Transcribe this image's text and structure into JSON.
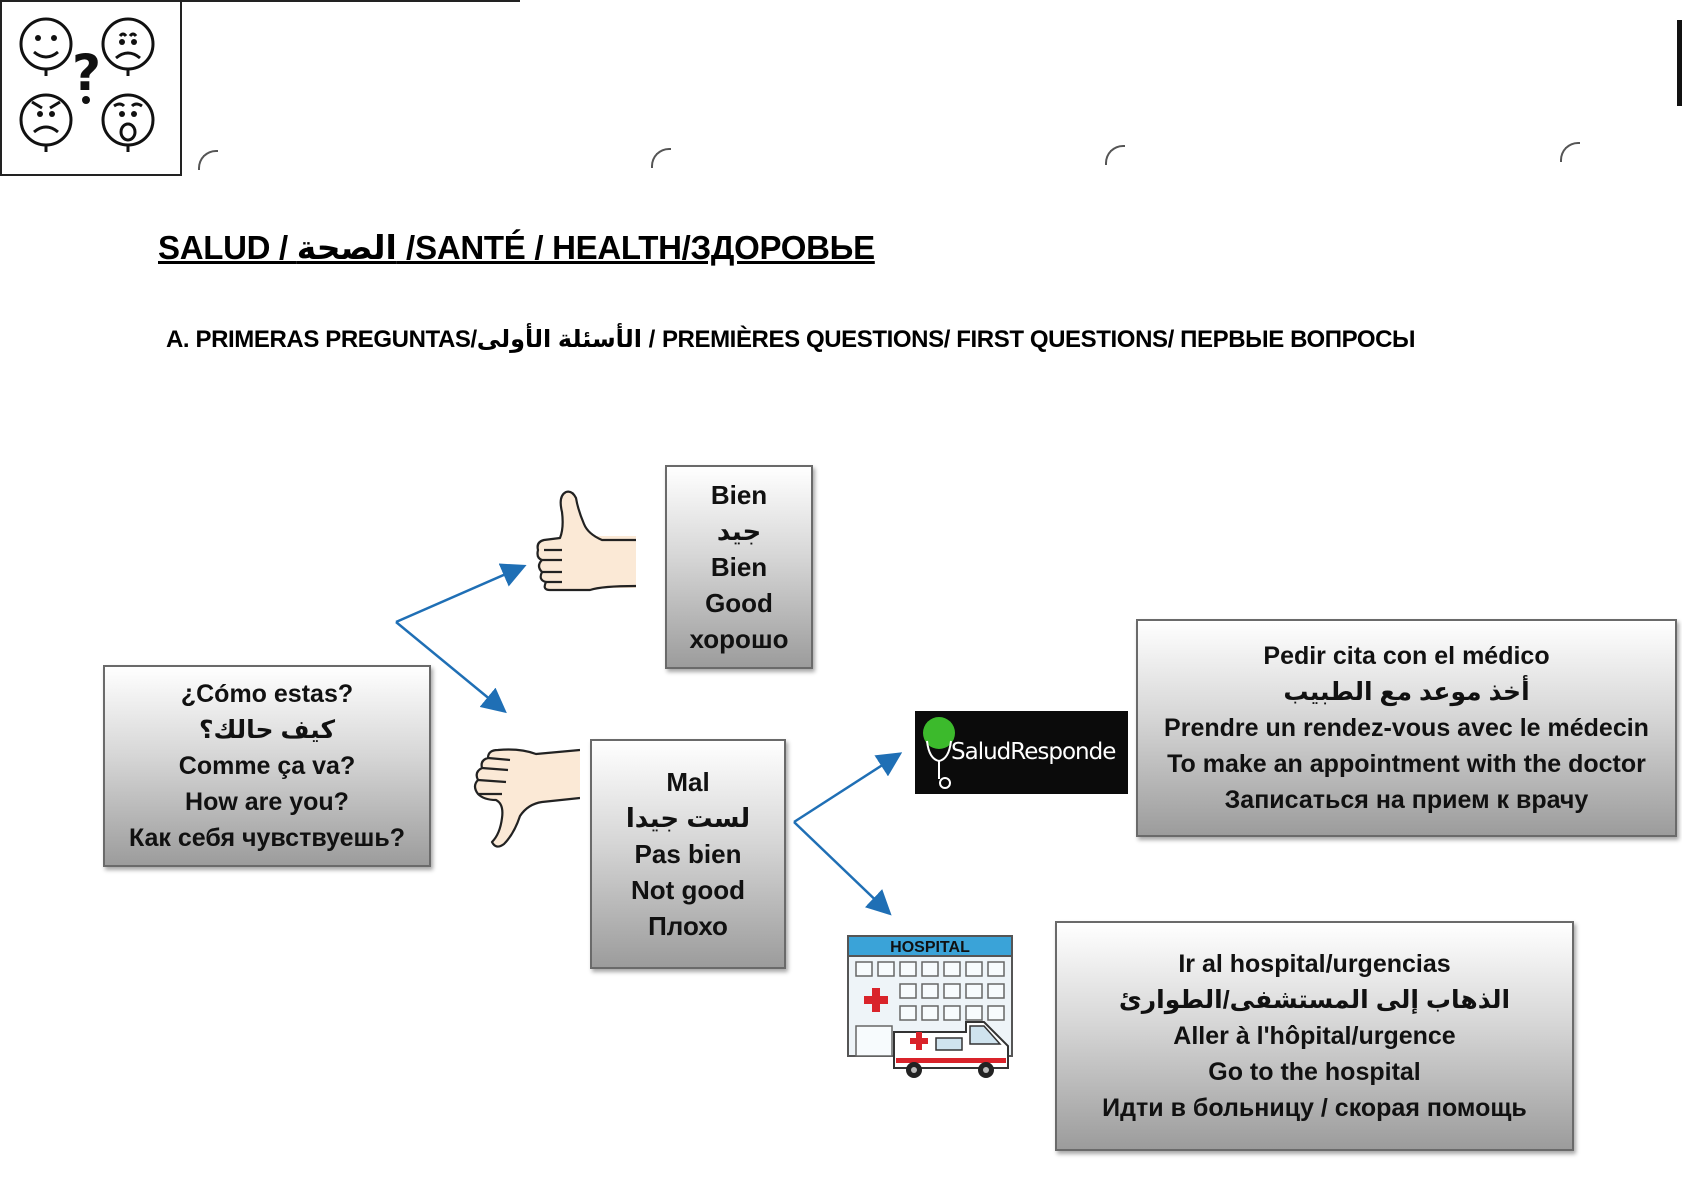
{
  "header": {
    "title": "SALUD / الصحة /SANTÉ / HEALTH/ЗДОРОВЬЕ",
    "section": "A.  PRIMERAS PREGUNTAS/الأسئلة الأولى / PREMIÈRES QUESTIONS/ FIRST QUESTIONS/ ПЕРВЫЕ ВОПРОСЫ"
  },
  "question": {
    "es": "¿Cómo estas?",
    "ar": "كيف حالك؟",
    "fr": "Comme ça va?",
    "en": "How are you?",
    "ru": "Как себя чувствуешь?"
  },
  "good": {
    "es": "Bien",
    "ar": "جيد",
    "fr": "Bien",
    "en": "Good",
    "ru": "хорошо"
  },
  "bad": {
    "es": "Mal",
    "ar": "لست جيدا",
    "fr": "Pas bien",
    "en": "Not good",
    "ru": "Плохо"
  },
  "appointment": {
    "es": "Pedir cita con el médico",
    "ar": "أخذ موعد مع الطبيب",
    "fr": "Prendre un rendez-vous avec le médecin",
    "en": "To make an appointment with the doctor",
    "ru": "Записаться на прием к врачу"
  },
  "hospital": {
    "es": "Ir al hospital/urgencias",
    "ar": "الذهاب إلى المستشفى/الطوارئ",
    "fr": "Aller à l'hôpital/urgence",
    "en": "Go to the hospital",
    "ru": "Идти в больницу / скорая помощь"
  },
  "logos": {
    "salud_responde": "SaludResponde",
    "hospital_sign": "HOSPITAL"
  },
  "colors": {
    "arrow": "#1f6fb5",
    "logo_green": "#3cba2c",
    "hospital_sign": "#3aa3d8",
    "cross_red": "#d9232a"
  }
}
